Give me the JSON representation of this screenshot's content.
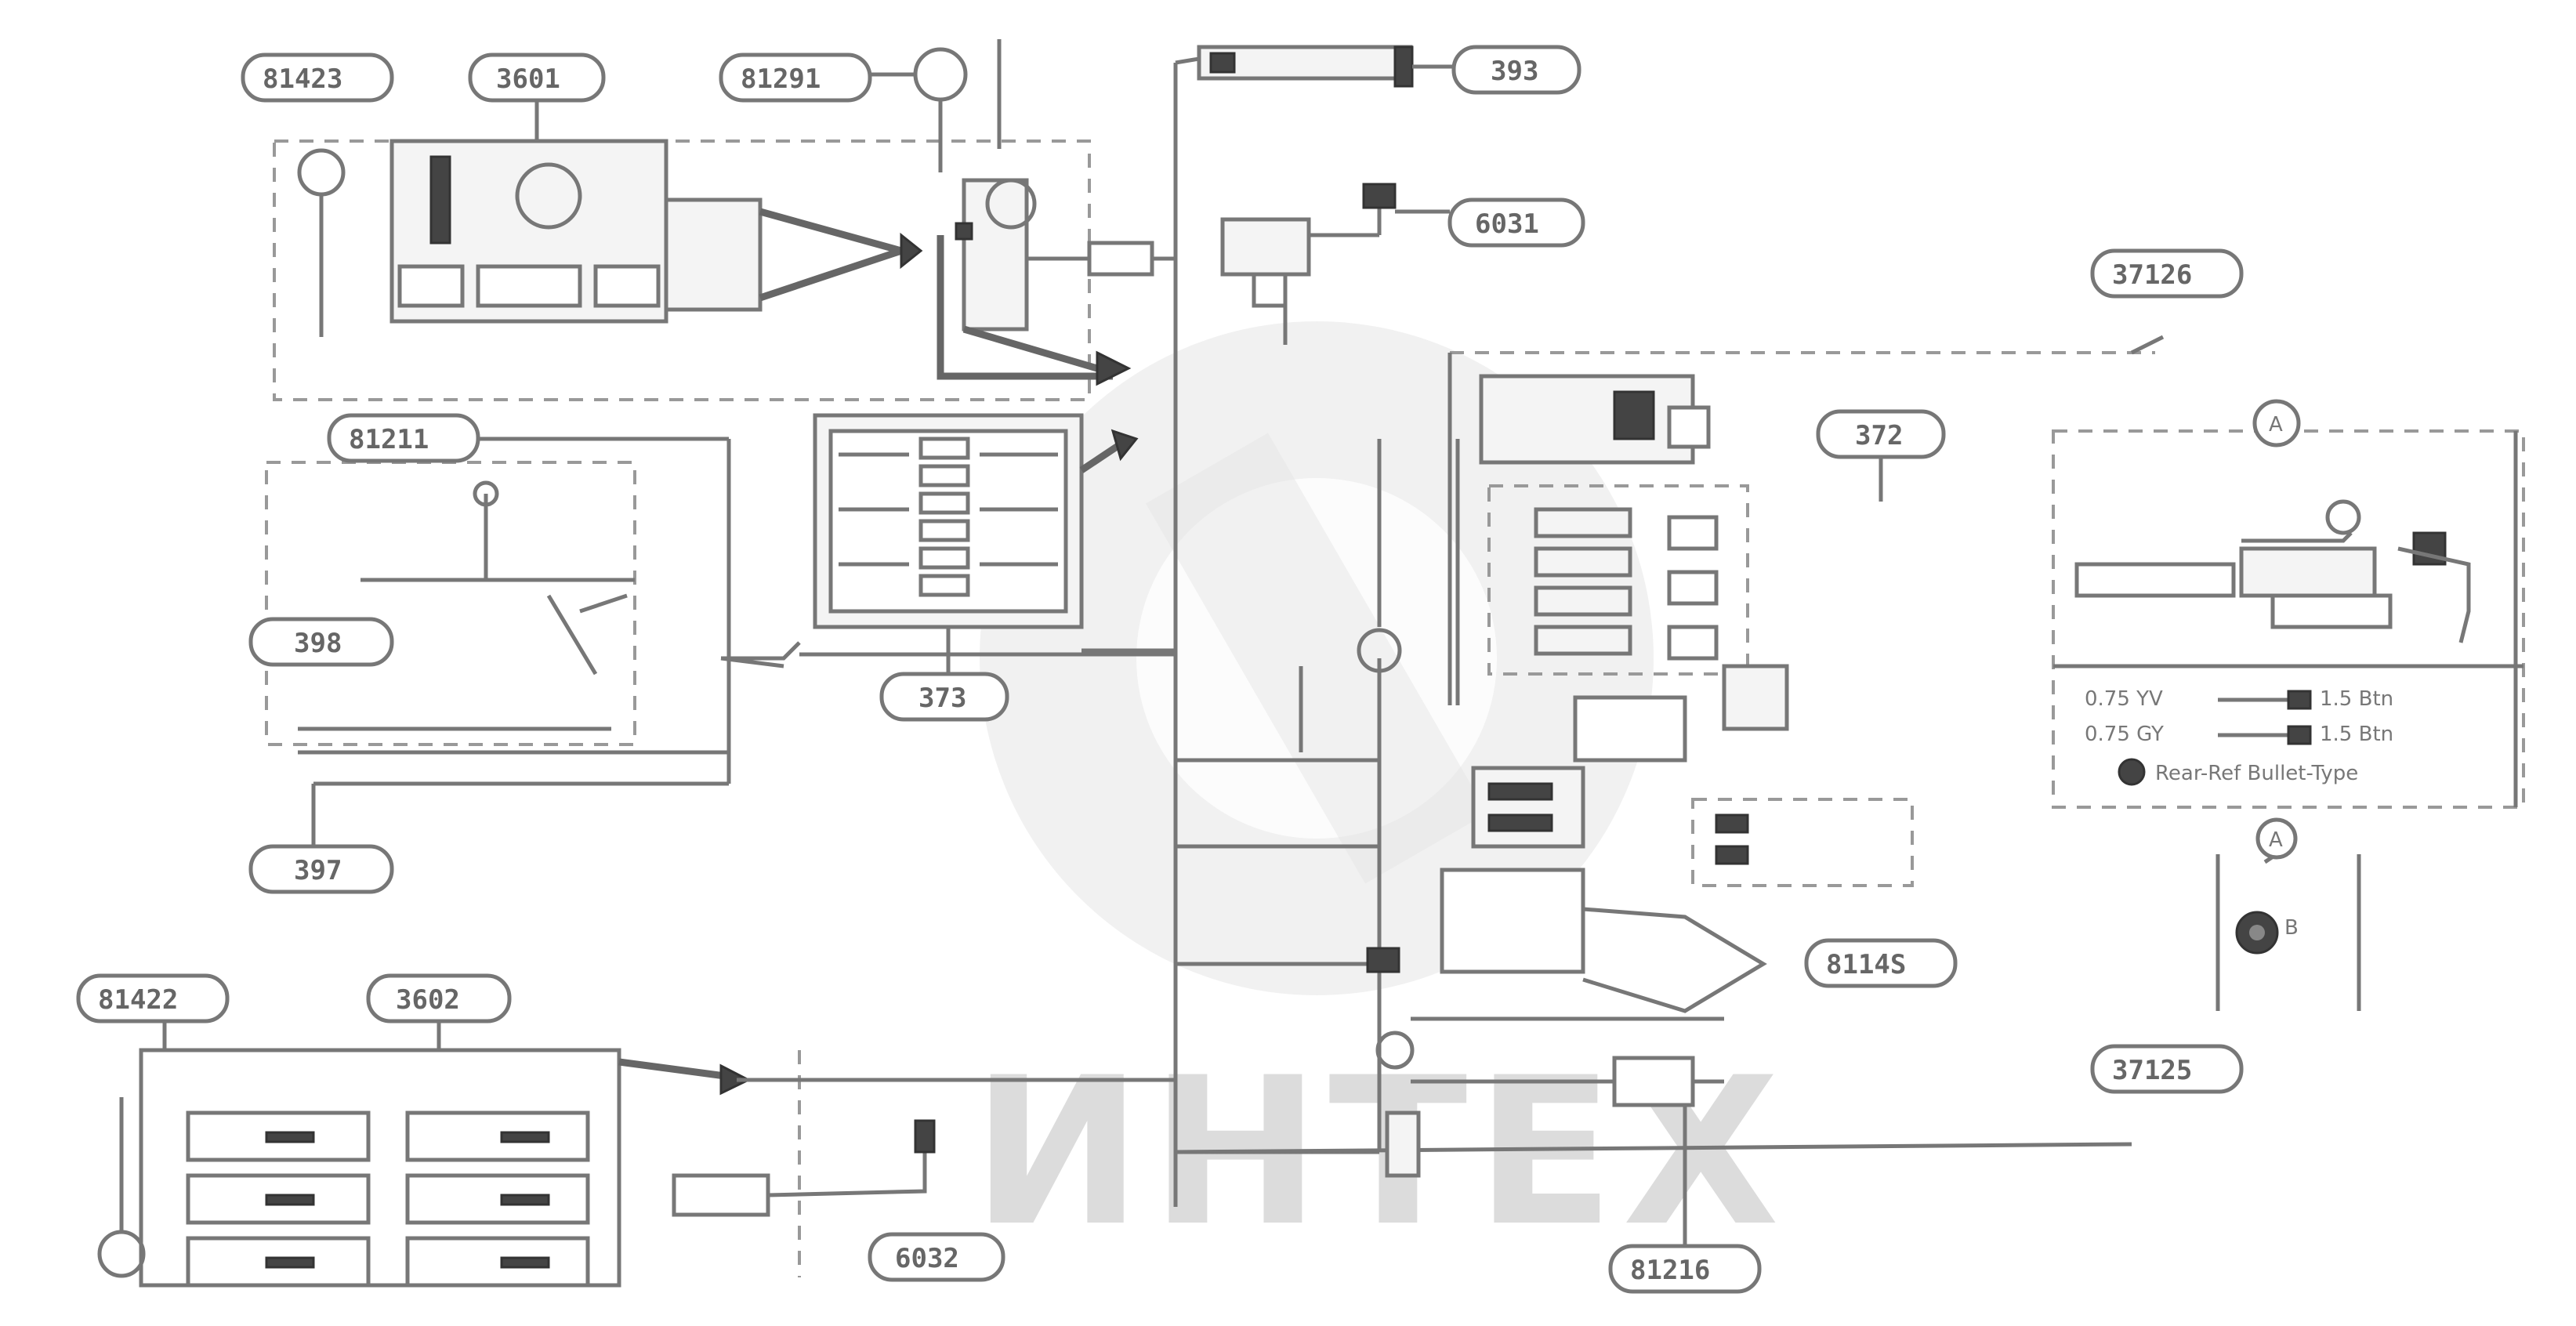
{
  "diagram": {
    "tags": [
      {
        "id": "t-01",
        "text": "81423"
      },
      {
        "id": "t-02",
        "text": "3601"
      },
      {
        "id": "t-03",
        "text": "81291"
      },
      {
        "id": "t-04",
        "text": "393"
      },
      {
        "id": "t-05",
        "text": "6031"
      },
      {
        "id": "t-06",
        "text": "81211"
      },
      {
        "id": "t-07",
        "text": "398"
      },
      {
        "id": "t-08",
        "text": "372"
      },
      {
        "id": "t-09",
        "text": "373"
      },
      {
        "id": "t-10",
        "text": "397"
      },
      {
        "id": "t-11",
        "text": "81422"
      },
      {
        "id": "t-12",
        "text": "3602"
      },
      {
        "id": "t-13",
        "text": "6032"
      },
      {
        "id": "t-14",
        "text": "8114S"
      },
      {
        "id": "t-15",
        "text": "81216"
      },
      {
        "id": "t-16",
        "text": "37126"
      },
      {
        "id": "t-17",
        "text": "37125"
      }
    ],
    "labels": {
      "detail_a_top": "A",
      "detail_a_bottom": "A",
      "detail_b": "B"
    },
    "legend": {
      "row1": "0.75 YV",
      "row2": "0.75 GY",
      "row3": "Rear-Ref Bullet-Type",
      "row1_tail": "1.5 Btn",
      "row2_tail": "1.5 Btn"
    },
    "watermark": "ИНТЕХ",
    "colors": {
      "line": "#777777",
      "watermark": "#dcdcdc"
    }
  }
}
